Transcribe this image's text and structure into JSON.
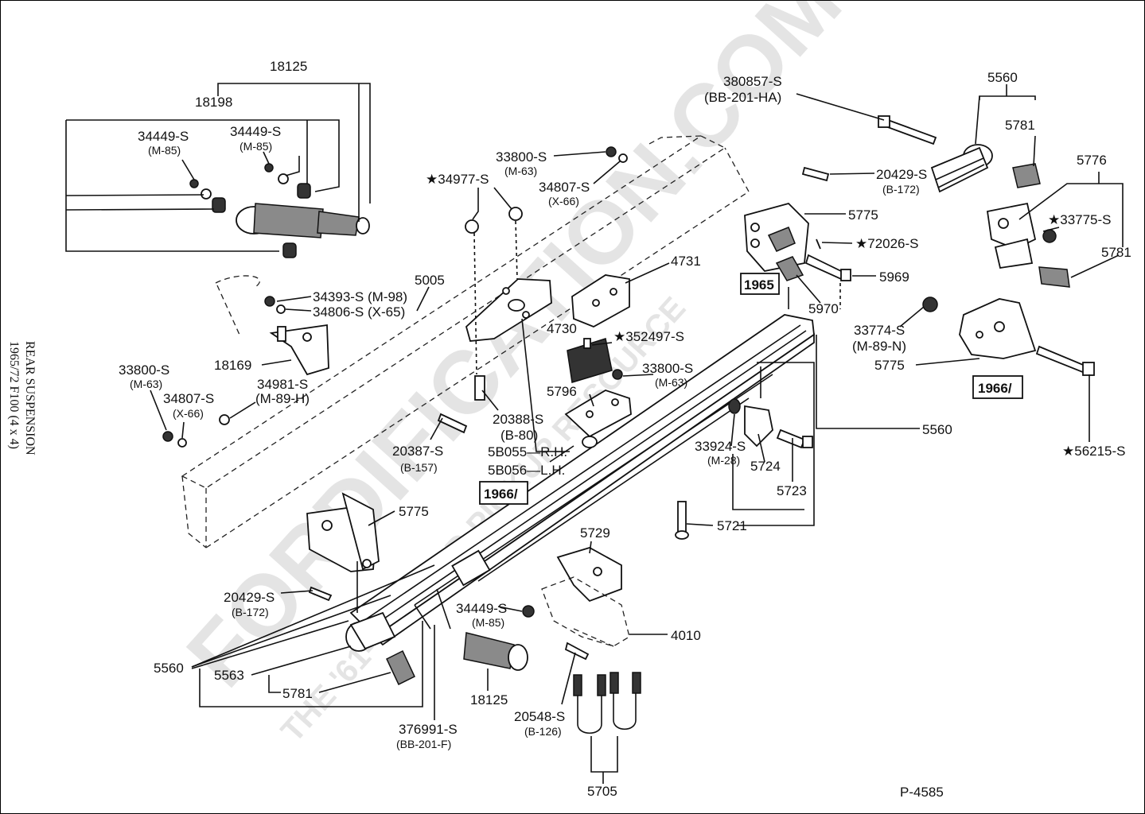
{
  "title_side": "REAR SUSPENSION",
  "subtitle_side": "1965/72 F100 (4 x 4)",
  "figure_id": "P-4585",
  "watermark": {
    "line1": "FORDIFICATION.COM",
    "line2": "THE '61-'79 FORD PICKUP RESOURCE"
  },
  "callouts": {
    "c18125_top": "18125",
    "c18198": "18198",
    "c34449_a": "34449-S",
    "c34449_a_sub": "(M-85)",
    "c34449_b": "34449-S",
    "c34449_b_sub": "(M-85)",
    "c34393": "34393-S (M-98)",
    "c34806": "34806-S (X-65)",
    "c5005": "5005",
    "c18169": "18169",
    "c34981": "34981-S",
    "c34981_sub": "(M-89-H)",
    "c33800_left": "33800-S",
    "c33800_left_sub": "(M-63)",
    "c34807_left": "34807-S",
    "c34807_left_sub": "(X-66)",
    "c33800_mid": "33800-S",
    "c33800_mid_sub": "(M-63)",
    "c34807_mid": "34807-S",
    "c34807_mid_sub": "(X-66)",
    "c34977": "★34977-S",
    "c4731": "4731",
    "c4730": "4730",
    "c352497": "★352497-S",
    "c33800_r": "33800-S",
    "c33800_r_sub": "(M-63)",
    "c5796": "5796",
    "c20388": "20388-S",
    "c20388_sub": "(B-80)",
    "c20387": "20387-S",
    "c20387_sub": "(B-157)",
    "c5b055": "5B055—R.H.",
    "c5b056": "5B056—L.H.",
    "c1966_a": "1966/",
    "c5775_left": "5775",
    "c20429_left": "20429-S",
    "c20429_left_sub": "(B-172)",
    "c5560_left": "5560",
    "c5563": "5563",
    "c5781_left": "5781",
    "c376991": "376991-S",
    "c376991_sub": "(BB-201-F)",
    "c18125_bot": "18125",
    "c34449_bot": "34449-S",
    "c34449_bot_sub": "(M-85)",
    "c5729": "5729",
    "c4010": "4010",
    "c20548": "20548-S",
    "c20548_sub": "(B-126)",
    "c5705": "5705",
    "c5721": "5721",
    "c33924": "33924-S",
    "c33924_sub": "(M-28)",
    "c5724": "5724",
    "c5723": "5723",
    "c5560_right": "5560",
    "c380857": "380857-S",
    "c380857_sub": "(BB-201-HA)",
    "c20429_right": "20429-S",
    "c20429_right_sub": "(B-172)",
    "c5775_right": "5775",
    "c72026": "★72026-S",
    "c5969": "5969",
    "c5970": "5970",
    "c1965": "1965",
    "c5560_far": "5560",
    "c5781_far_top": "5781",
    "c5776": "5776",
    "c33775": "★33775-S",
    "c5781_far": "5781",
    "c33774": "33774-S",
    "c33774_sub": "(M-89-N)",
    "c5775_far": "5775",
    "c1966_b": "1966/",
    "c56215": "★56215-S"
  }
}
